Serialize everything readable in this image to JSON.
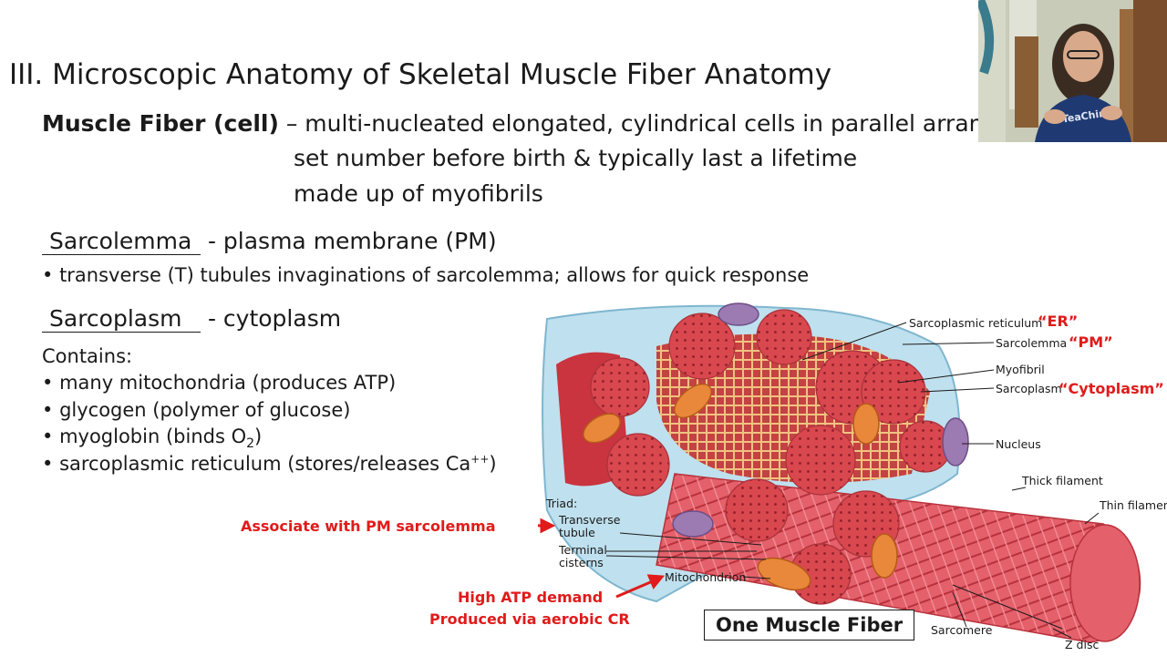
{
  "title": "III.  Microscopic Anatomy of Skeletal Muscle Fiber Anatomy",
  "muscle_fiber": {
    "term": "Muscle Fiber (cell)",
    "line1": " – multi-nucleated elongated, cylindrical cells in parallel arrang",
    "line2": "set number before birth & typically last a lifetime",
    "line3": "made up of myofibrils"
  },
  "sarcolemma": {
    "blank": "Sarcolemma",
    "def": "- plasma membrane (PM)",
    "bullet": "transverse (T) tubules invaginations of sarcolemma; allows for quick response"
  },
  "sarcoplasm": {
    "blank": "Sarcoplasm",
    "def": "- cytoplasm"
  },
  "contains": {
    "heading": "Contains:",
    "items": [
      "many mitochondria (produces ATP)",
      "glycogen (polymer of glucose)",
      "myoglobin (binds O",
      "sarcoplasmic reticulum (stores/releases Ca"
    ],
    "o2_sub": "2",
    "o2_close": ")",
    "ca_sup": "++",
    "ca_close": ")"
  },
  "figure_labels": {
    "sarcoplasmic_reticulum": "Sarcoplasmic reticulum",
    "sarcolemma": "Sarcolemma",
    "myofibril": "Myofibril",
    "sarcoplasm": "Sarcoplasm",
    "nucleus": "Nucleus",
    "thick_filament": "Thick filament",
    "thin_filament": "Thin filament",
    "triad": "Triad:",
    "transverse_tubule_1": "Transverse",
    "transverse_tubule_2": "tubule",
    "terminal_cisterns_1": "Terminal",
    "terminal_cisterns_2": "cisterns",
    "mitochondrion": "Mitochondrion",
    "sarcomere": "Sarcomere",
    "z_disc": "Z disc"
  },
  "annotations": {
    "er": "“ER”",
    "pm": "“PM”",
    "cytoplasm": "“Cytoplasm”",
    "associate": "Associate with PM sarcolemma",
    "high_atp_1": "High ATP demand",
    "high_atp_2": "Produced via  aerobic CR",
    "one_fiber": "One Muscle Fiber"
  },
  "colors": {
    "accent_red": "#e01b1b",
    "muscle": "#d9474f",
    "membrane": "#a9d6ea"
  }
}
